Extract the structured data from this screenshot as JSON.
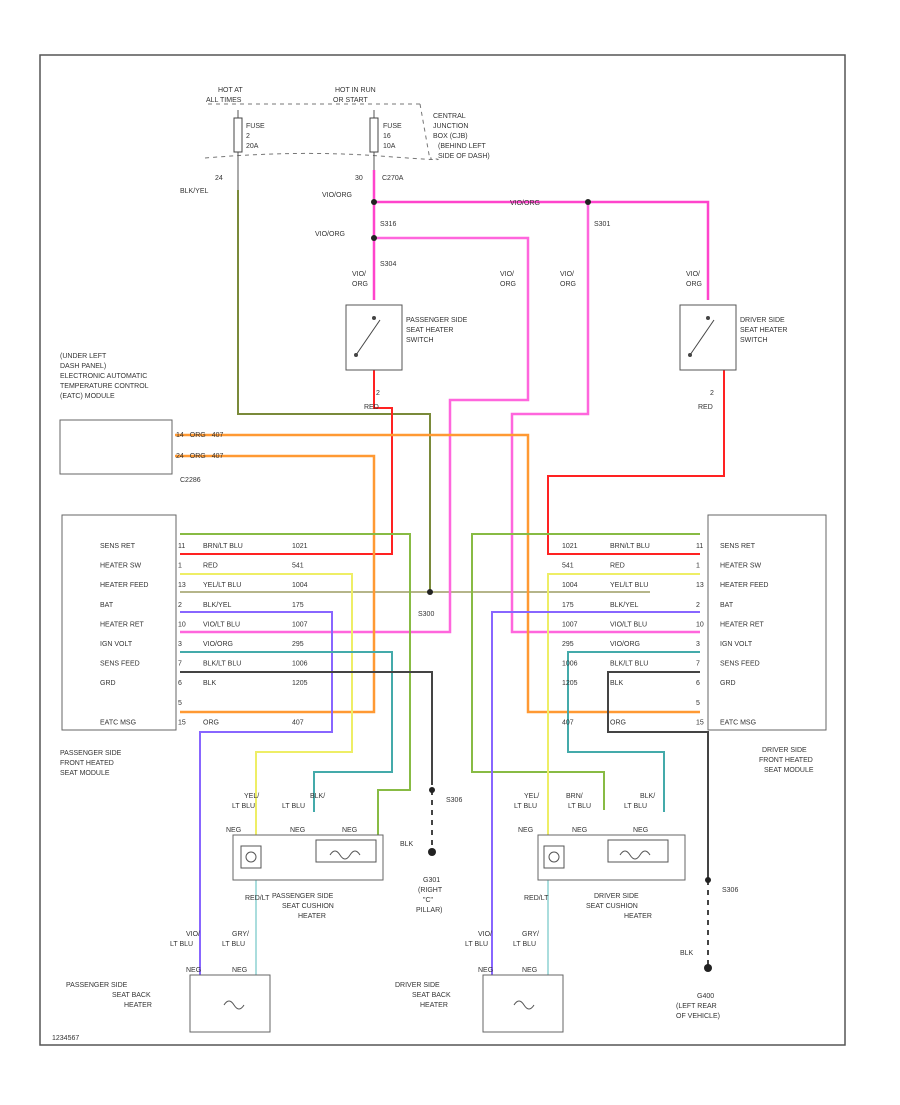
{
  "top": {
    "hot_at_all_times": [
      "HOT AT",
      "ALL TIMES"
    ],
    "hot_in_run": [
      "HOT IN RUN",
      "OR START"
    ],
    "fuse_left": [
      "FUSE",
      "2",
      "20A"
    ],
    "fuse_right": [
      "FUSE",
      "16",
      "10A"
    ],
    "central_junction": [
      "CENTRAL",
      "JUNCTION",
      "BOX (CJB)",
      "(BEHIND LEFT",
      "SIDE OF DASH)"
    ],
    "wire_24": [
      "24",
      "BLK/YEL"
    ],
    "wire_30": [
      "30",
      "C270A"
    ],
    "vio_org_1": "VIO/ORG",
    "vio_org_2": "VIO/ORG",
    "vio_org_3": "VIO/ORG",
    "s316": "S316",
    "s304": "S304",
    "s301": "S301"
  },
  "switches": {
    "passenger": [
      "PASSENGER SIDE",
      "SEAT HEATER",
      "SWITCH"
    ],
    "driver": [
      "DRIVER SIDE",
      "SEAT HEATER",
      "SWITCH"
    ],
    "vio_org_labels": [
      "VIO/",
      "ORG"
    ],
    "pin2_red": [
      "2",
      "RED"
    ]
  },
  "eatc": {
    "label": [
      "(UNDER LEFT",
      "DASH PANEL)",
      "ELECTRONIC AUTOMATIC",
      "TEMPERATURE CONTROL",
      "(EATC) MODULE"
    ],
    "pins": [
      {
        "pin": "14",
        "wire": "ORG",
        "circuit": "407"
      },
      {
        "pin": "24",
        "wire": "ORG",
        "circuit": "407"
      }
    ],
    "connector": "C2286"
  },
  "passenger_module": {
    "pins": [
      {
        "name": "SENS RET",
        "pin": "11",
        "wire": "BRN/LT BLU",
        "circuit": "1021"
      },
      {
        "name": "HEATER SW",
        "pin": "1",
        "wire": "RED",
        "circuit": "541"
      },
      {
        "name": "HEATER FEED",
        "pin": "13",
        "wire": "YEL/LT BLU",
        "circuit": "1004"
      },
      {
        "name": "BAT",
        "pin": "2",
        "wire": "BLK/YEL",
        "circuit": "175"
      },
      {
        "name": "HEATER RET",
        "pin": "10",
        "wire": "VIO/LT BLU",
        "circuit": "1007"
      },
      {
        "name": "IGN VOLT",
        "pin": "3",
        "wire": "VIO/ORG",
        "circuit": "295"
      },
      {
        "name": "SENS FEED",
        "pin": "7",
        "wire": "BLK/LT BLU",
        "circuit": "1006"
      },
      {
        "name": "GRD",
        "pin": "6",
        "wire": "BLK",
        "circuit": "1205"
      },
      {
        "name": "",
        "pin": "5",
        "wire": "",
        "circuit": ""
      },
      {
        "name": "EATC MSG",
        "pin": "15",
        "wire": "ORG",
        "circuit": "407"
      }
    ],
    "label": [
      "PASSENGER SIDE",
      "FRONT HEATED",
      "SEAT MODULE"
    ]
  },
  "driver_module": {
    "pins": [
      {
        "name": "SENS RET",
        "pin": "11",
        "wire": "BRN/LT BLU",
        "circuit": "1021"
      },
      {
        "name": "HEATER SW",
        "pin": "1",
        "wire": "RED",
        "circuit": "541"
      },
      {
        "name": "HEATER FEED",
        "pin": "13",
        "wire": "YEL/LT BLU",
        "circuit": "1004"
      },
      {
        "name": "BAT",
        "pin": "2",
        "wire": "BLK/YEL",
        "circuit": "175"
      },
      {
        "name": "HEATER RET",
        "pin": "10",
        "wire": "VIO/LT BLU",
        "circuit": "1007"
      },
      {
        "name": "IGN VOLT",
        "pin": "3",
        "wire": "VIO/ORG",
        "circuit": "295"
      },
      {
        "name": "SENS FEED",
        "pin": "7",
        "wire": "BLK/LT BLU",
        "circuit": "1006"
      },
      {
        "name": "GRD",
        "pin": "6",
        "wire": "BLK",
        "circuit": "1205"
      },
      {
        "name": "",
        "pin": "5",
        "wire": "",
        "circuit": ""
      },
      {
        "name": "EATC MSG",
        "pin": "15",
        "wire": "ORG",
        "circuit": "407"
      }
    ],
    "label": [
      "DRIVER SIDE",
      "FRONT HEATED",
      "SEAT MODULE"
    ]
  },
  "splices": {
    "s300": "S300",
    "s306_p": "S306",
    "s306_d": "S306"
  },
  "cushion": {
    "passenger": [
      "PASSENGER SIDE",
      "SEAT CUSHION",
      "HEATER"
    ],
    "driver": [
      "DRIVER SIDE",
      "SEAT CUSHION",
      "HEATER"
    ],
    "wire_top_p": [
      "YEL/",
      "LT BLU",
      "BLK/",
      "LT BLU"
    ],
    "wire_top_d": [
      "YEL/",
      "LT BLU",
      "BRN/",
      "LT BLU",
      "BLK/",
      "LT BLU"
    ],
    "neg": "NEG",
    "plus": "+",
    "wire_mid": "RED/LT",
    "neg_small": "NEG"
  },
  "back": {
    "passenger": [
      "PASSENGER SIDE",
      "SEAT BACK",
      "HEATER"
    ],
    "driver": [
      "DRIVER SIDE",
      "SEAT BACK",
      "HEATER"
    ],
    "wires": [
      "VIO/",
      "LT BLU",
      "GRY/",
      "LT BLU"
    ],
    "neg": "NEG"
  },
  "grounds": {
    "g301": [
      "G301",
      "(RIGHT",
      "\"C\"",
      "PILLAR)"
    ],
    "g400": [
      "G400",
      "(LEFT REAR",
      "OF VEHICLE)"
    ],
    "blk": "BLK"
  },
  "footer_code": "1234567"
}
